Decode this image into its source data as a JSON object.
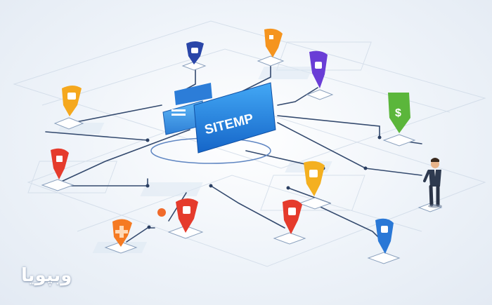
{
  "scene": {
    "headline": "SITEMP",
    "watermark": "وبپویا",
    "colors": {
      "background": "#eef3f9",
      "line": "#3a4f73",
      "blueBlock": "#1f8ae3",
      "orange": "#f5941e",
      "red": "#e53b2c",
      "purple": "#6a3dd6",
      "navy": "#2a46a8",
      "green": "#5bb63b",
      "yellow": "#f4b020"
    },
    "markers": [
      {
        "color": "navy",
        "icon": "document-icon"
      },
      {
        "color": "orange",
        "icon": "document-icon"
      },
      {
        "color": "purple",
        "icon": "document-icon"
      },
      {
        "color": "orange",
        "icon": "document-icon"
      },
      {
        "color": "green",
        "icon": "dollar-icon"
      },
      {
        "color": "red",
        "icon": "document-icon"
      },
      {
        "color": "yellow",
        "icon": "document-icon"
      },
      {
        "color": "red",
        "icon": "document-icon"
      },
      {
        "color": "red",
        "icon": "document-icon"
      },
      {
        "color": "orange",
        "icon": "plus-icon"
      },
      {
        "color": "navy",
        "icon": "document-icon"
      }
    ],
    "figure": "person-standing"
  }
}
